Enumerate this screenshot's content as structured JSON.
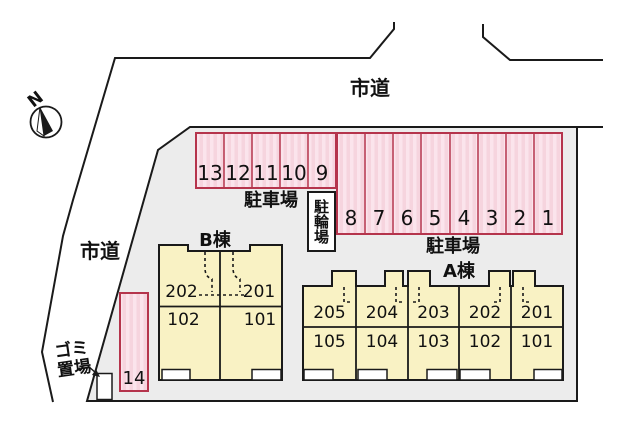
{
  "compass": {
    "north_label": "N"
  },
  "roads": {
    "top_label": "市道",
    "left_label": "市道"
  },
  "parking": {
    "label_west": "駐車場",
    "label_east": "駐車場",
    "stalls_west": [
      "13",
      "12",
      "11",
      "10",
      "9"
    ],
    "stalls_east": [
      "8",
      "7",
      "6",
      "5",
      "4",
      "3",
      "2",
      "1"
    ],
    "stall_isolated": "14"
  },
  "bicycle": {
    "label": "駐輪場"
  },
  "garbage": {
    "line1": "ゴミ",
    "line2": "置場"
  },
  "buildings": {
    "b": {
      "name": "B棟",
      "upper_rooms": [
        "202",
        "201"
      ],
      "lower_rooms": [
        "102",
        "101"
      ]
    },
    "a": {
      "name": "A棟",
      "upper_rooms": [
        "205",
        "204",
        "203",
        "202",
        "201"
      ],
      "lower_rooms": [
        "105",
        "104",
        "103",
        "102",
        "101"
      ]
    }
  },
  "colors": {
    "stall_fill": "#f6d4de",
    "stall_fill_light": "#fbe4ec",
    "stall_border": "#b5344c",
    "building_fill": "#f9f2c4",
    "line": "#1a1a1a",
    "site_fill": "#ececec"
  }
}
